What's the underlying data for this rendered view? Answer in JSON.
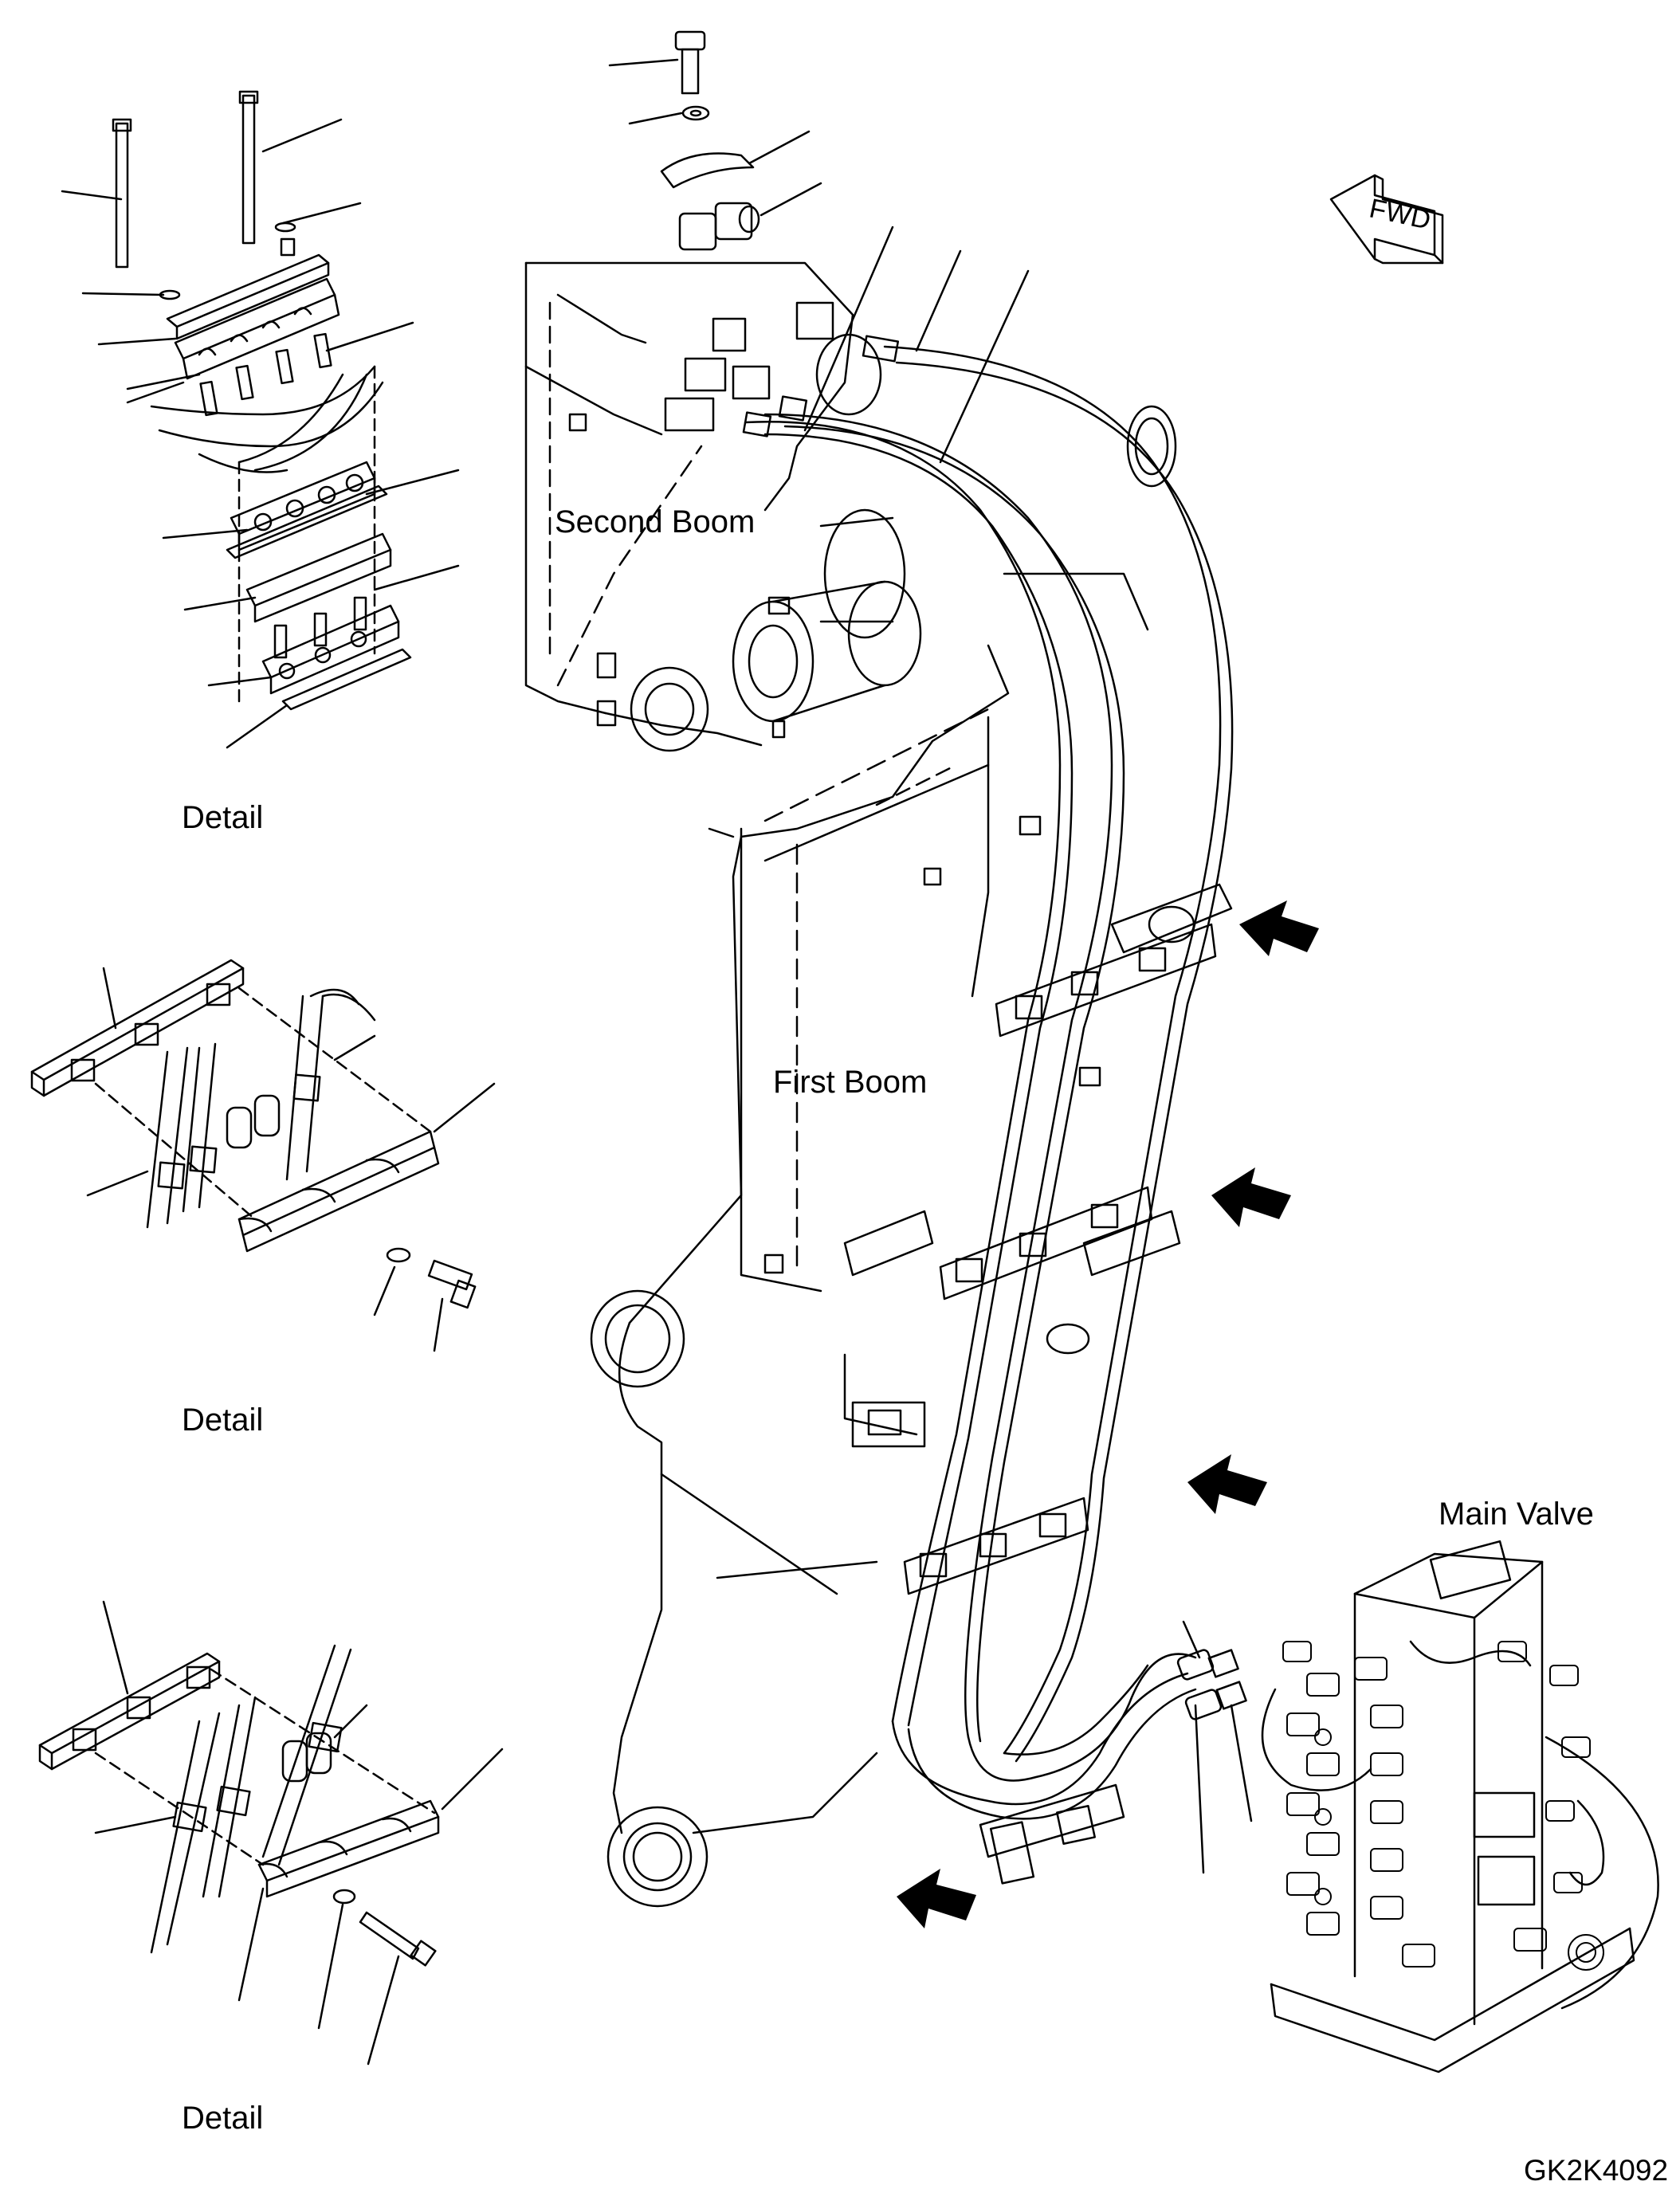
{
  "diagram": {
    "labels": {
      "second_boom": "Second Boom",
      "first_boom": "First Boom",
      "main_valve": "Main Valve",
      "detail_1": "Detail",
      "detail_2": "Detail",
      "detail_3": "Detail",
      "fwd": "FWD",
      "drawing_code": "GK2K4092"
    },
    "colors": {
      "line": "#000000",
      "background": "#ffffff"
    }
  }
}
